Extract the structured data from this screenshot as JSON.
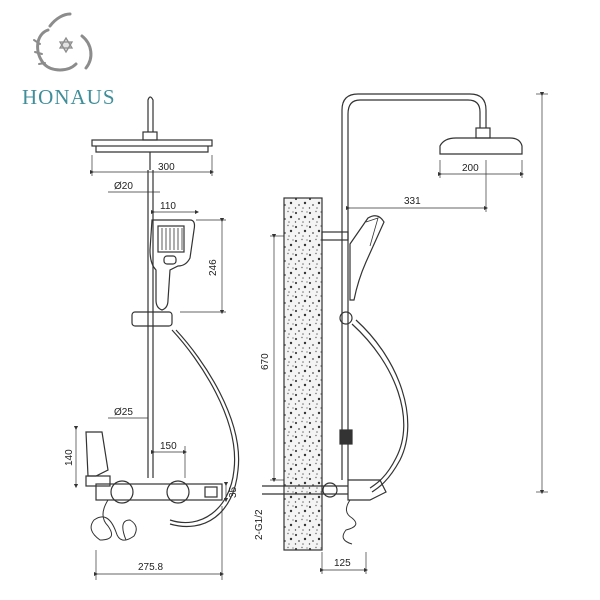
{
  "brand": {
    "name": "HONAUS",
    "logo_icon": "horse-star-emblem-icon",
    "color": "#3f8e9a",
    "logo_color": "#8c8c8c"
  },
  "front_view": {
    "head_width": "300",
    "pipe_diameter": "Ø20",
    "handheld_width": "110",
    "handheld_height": "246",
    "lower_pipe_diameter": "Ø25",
    "mixer_center": "150",
    "bidet_height": "140",
    "valve_offset": "35",
    "total_depth": "275.8"
  },
  "side_view": {
    "head_width": "200",
    "arm_reach": "331",
    "slide_bar_length": "670",
    "inlet_thread": "2-G1/2",
    "wall_distance": "125"
  },
  "colors": {
    "line": "#333333",
    "wall_fill": "#f2f2f2"
  }
}
